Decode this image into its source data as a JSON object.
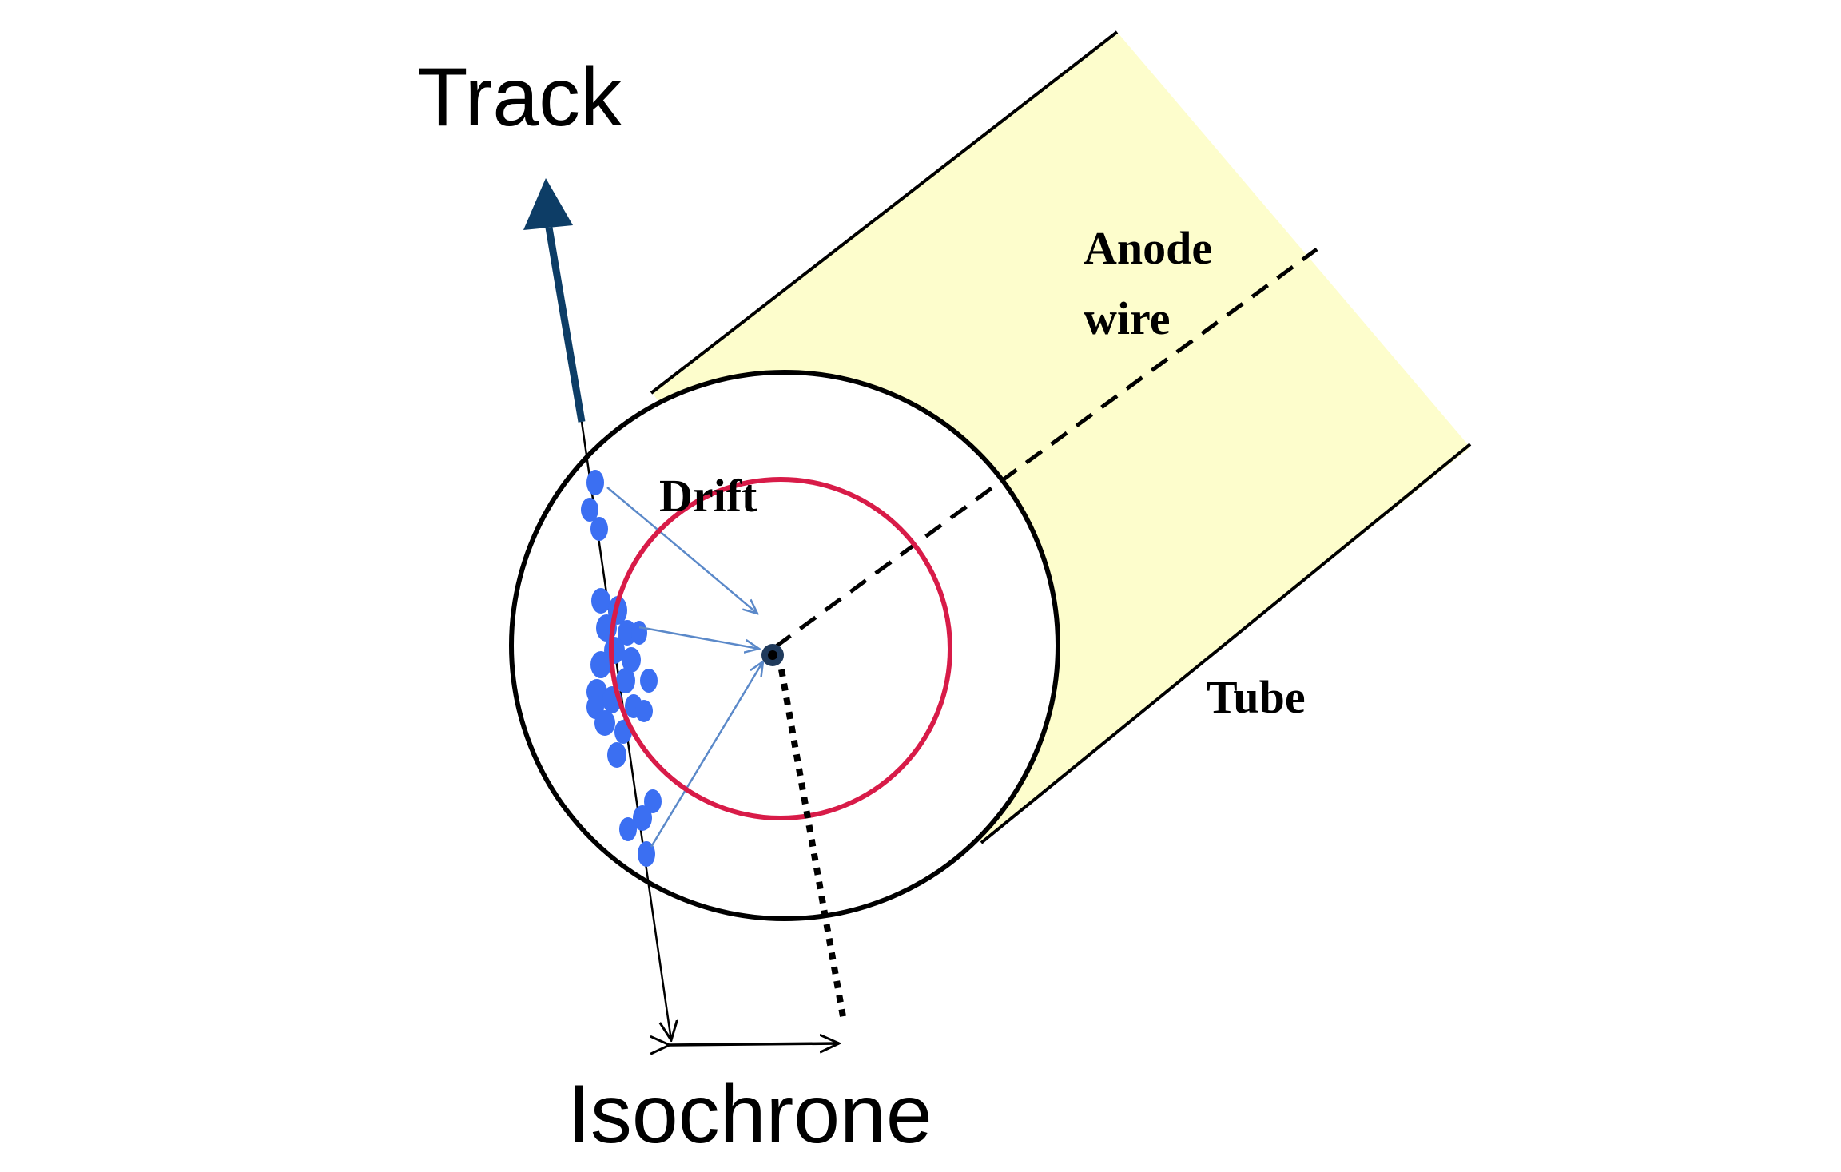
{
  "labels": {
    "track": "Track",
    "anode_line1": "Anode",
    "anode_line2": "wire",
    "drift": "Drift",
    "tube": "Tube",
    "isochrone": "Isochrone"
  },
  "colors": {
    "tube_fill": "#fdfdcc",
    "track_arrow": "#0d3d66",
    "ionization": "#3b6ff2",
    "drift_arrows": "#5b89c9",
    "isochrone_circle": "#d81b48",
    "outline": "#000000"
  }
}
